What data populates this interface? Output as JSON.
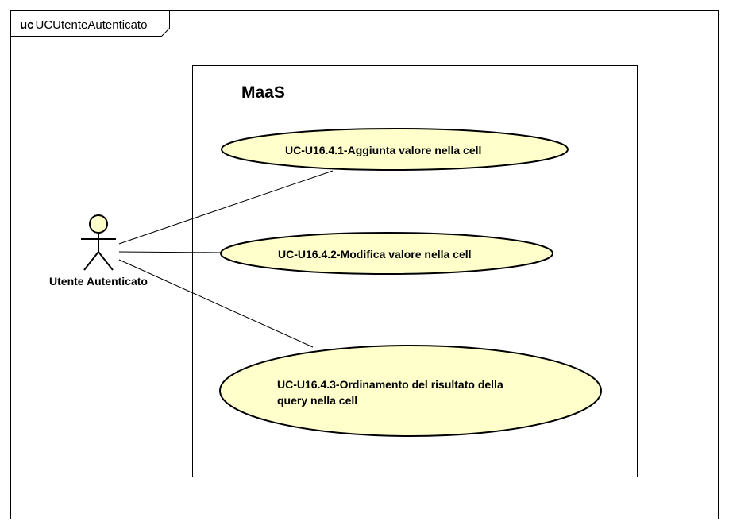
{
  "diagram": {
    "frame": {
      "keyword": "uc",
      "name": "UCUtenteAutenticato"
    },
    "system": {
      "name": "MaaS"
    },
    "actor": {
      "name": "Utente Autenticato"
    },
    "use_cases": [
      {
        "lines": [
          "UC-U16.4.1-Aggiunta valore nella cell"
        ]
      },
      {
        "lines": [
          "UC-U16.4.2-Modifica valore nella cell"
        ]
      },
      {
        "lines": [
          "UC-U16.4.3-Ordinamento del risultato della",
          "query nella cell"
        ]
      }
    ],
    "colors": {
      "use_case_fill": "#FFFFCC",
      "actor_head_fill": "#FFFFCC",
      "stroke": "#000000",
      "background": "#FFFFFF"
    }
  }
}
